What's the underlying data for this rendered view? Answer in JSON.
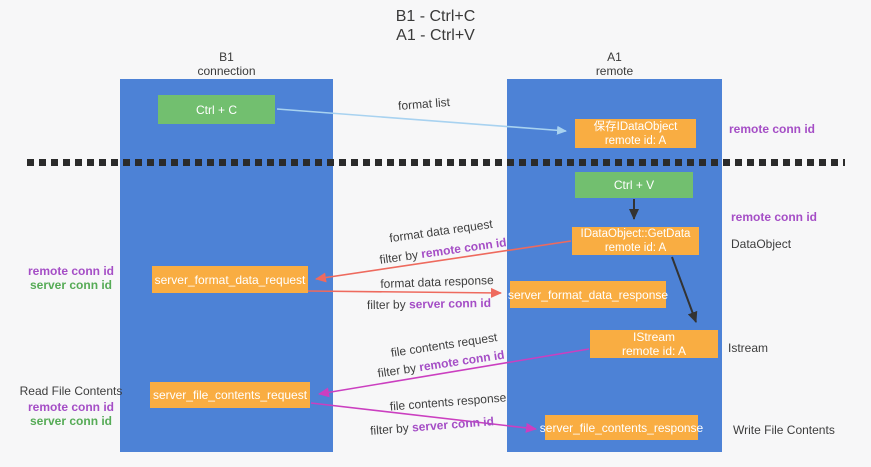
{
  "title": {
    "line1": "B1 - Ctrl+C",
    "line2": "A1 - Ctrl+V"
  },
  "lifelines": {
    "left": {
      "name": "B1",
      "role": "connection"
    },
    "right": {
      "name": "A1",
      "role": "remote"
    }
  },
  "nodes": {
    "ctrl_c": {
      "label": "Ctrl + C"
    },
    "save_idataobject": {
      "line1": "保存IDataObject",
      "line2": "remote id: A"
    },
    "ctrl_v": {
      "label": "Ctrl + V"
    },
    "idataobject_getdata": {
      "line1": "IDataObject::GetData",
      "line2": "remote id: A"
    },
    "server_format_data_request": {
      "label": "server_format_data_request"
    },
    "server_format_data_response": {
      "label": "server_format_data_response"
    },
    "istream": {
      "line1": "IStream",
      "line2": "remote id: A"
    },
    "server_file_contents_request": {
      "label": "server_file_contents_request"
    },
    "server_file_contents_response": {
      "label": "server_file_contents_response"
    }
  },
  "right_labels": {
    "remote_conn_id_top": "remote conn id",
    "remote_conn_id_mid": "remote conn id",
    "dataobject": "DataObject",
    "istream": "Istream",
    "write_file_contents": "Write File Contents"
  },
  "left_labels": {
    "remote_conn_id_1": "remote conn id",
    "server_conn_id_1": "server conn id",
    "read_file_contents": "Read File Contents",
    "remote_conn_id_2": "remote conn id",
    "server_conn_id_2": "server conn id"
  },
  "arrows": {
    "format_list": {
      "label": "format list"
    },
    "format_data_request": {
      "label": "format data request",
      "filter_prefix": "filter by ",
      "filter_key": "remote conn id"
    },
    "format_data_response": {
      "label": "format data response",
      "filter_prefix": "filter by ",
      "filter_key": "server conn id"
    },
    "file_contents_request": {
      "label": "file contents request",
      "filter_prefix": "filter by ",
      "filter_key": "remote conn id"
    },
    "file_contents_response": {
      "label": "file contents response",
      "filter_prefix": "filter by ",
      "filter_key": "server conn id"
    }
  },
  "colors": {
    "column_blue": "#4d82d6",
    "box_orange": "#f9ad42",
    "box_green": "#72bf6f",
    "purple_text": "#a54ec6",
    "green_text": "#56ab56",
    "arrow_red": "#ee6a5e",
    "arrow_magenta": "#cb3fc0",
    "arrow_light_blue": "#a8d2f0",
    "arrow_black": "#333333"
  }
}
